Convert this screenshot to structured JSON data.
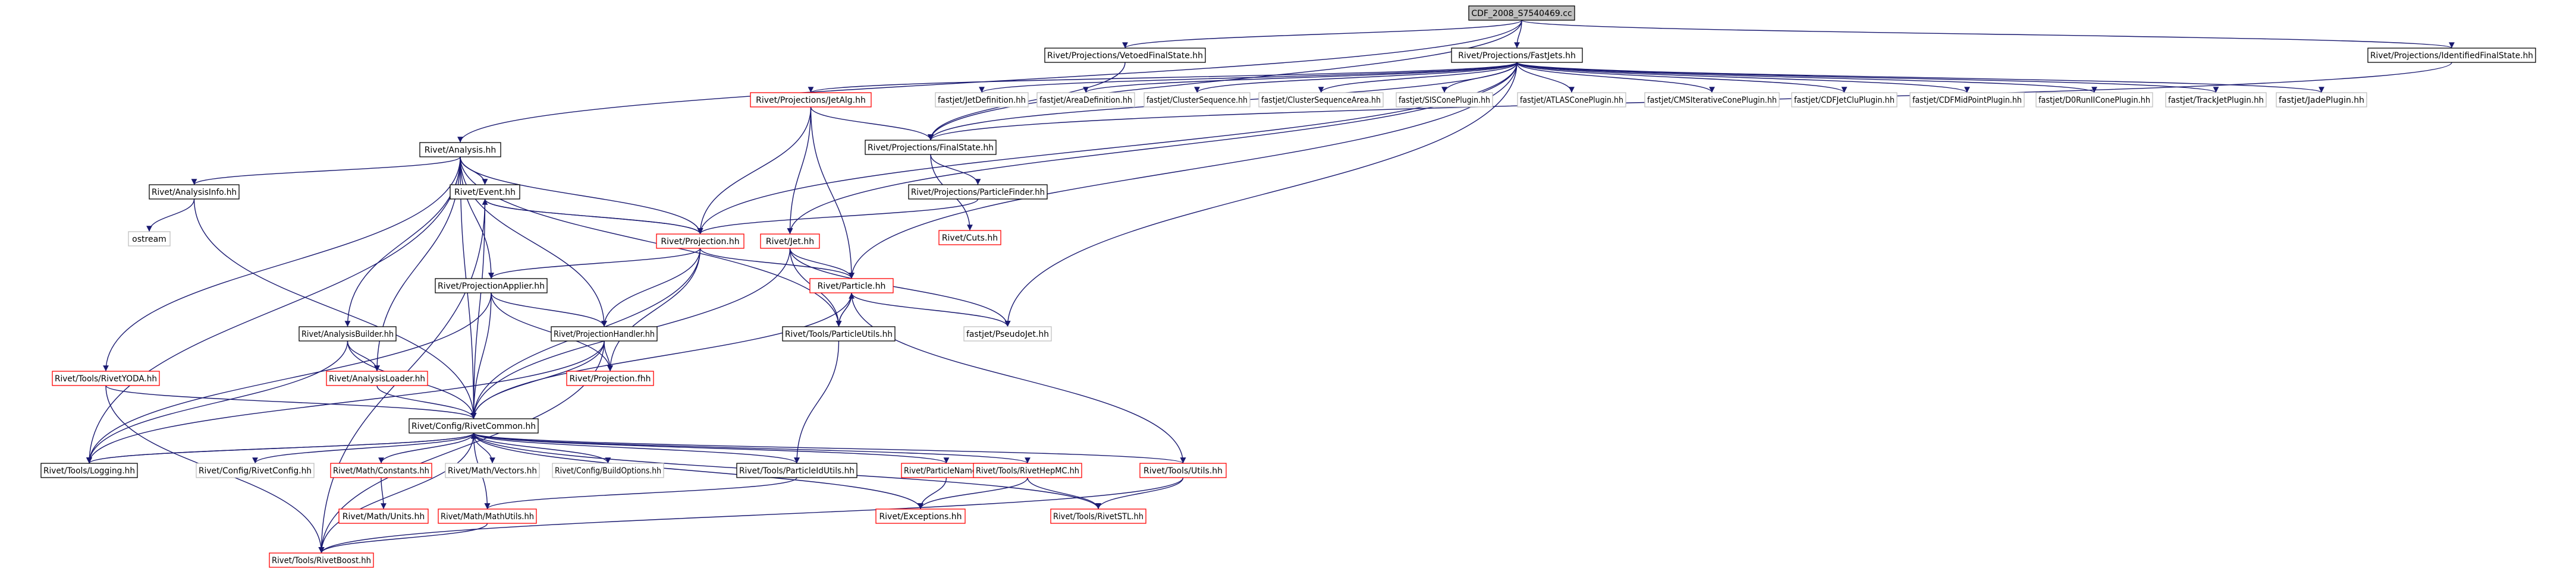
{
  "diagram": {
    "type": "include-dependency-graph",
    "colors": {
      "edge": "#191970",
      "box_black": "#000000",
      "box_red": "#ff0000",
      "box_gray": "#bfbfbf",
      "root_fill": "#bfbfbf"
    },
    "nodes": [
      {
        "id": "root",
        "label": "CDF_2008_S7540469.cc",
        "style": "root"
      },
      {
        "id": "vetoed",
        "label": "Rivet/Projections/VetoedFinalState.hh",
        "style": "black"
      },
      {
        "id": "fastjets",
        "label": "Rivet/Projections/FastJets.hh",
        "style": "black"
      },
      {
        "id": "identified",
        "label": "Rivet/Projections/IdentifiedFinalState.hh",
        "style": "black"
      },
      {
        "id": "jetalg",
        "label": "Rivet/Projections/JetAlg.hh",
        "style": "red"
      },
      {
        "id": "fj_jetdef",
        "label": "fastjet/JetDefinition.hh",
        "style": "gray"
      },
      {
        "id": "fj_areadef",
        "label": "fastjet/AreaDefinition.hh",
        "style": "gray"
      },
      {
        "id": "fj_cluseq",
        "label": "fastjet/ClusterSequence.hh",
        "style": "gray"
      },
      {
        "id": "fj_cluseqarea",
        "label": "fastjet/ClusterSequenceArea.hh",
        "style": "gray"
      },
      {
        "id": "fj_siscone",
        "label": "fastjet/SISConePlugin.hh",
        "style": "gray"
      },
      {
        "id": "fj_atlascone",
        "label": "fastjet/ATLASConePlugin.hh",
        "style": "gray"
      },
      {
        "id": "fj_cmscone",
        "label": "fastjet/CMSIterativeConePlugin.hh",
        "style": "gray"
      },
      {
        "id": "fj_cdfjetclu",
        "label": "fastjet/CDFJetCluPlugin.hh",
        "style": "gray"
      },
      {
        "id": "fj_cdfmidpoint",
        "label": "fastjet/CDFMidPointPlugin.hh",
        "style": "gray"
      },
      {
        "id": "fj_d0run",
        "label": "fastjet/D0RunIIConePlugin.hh",
        "style": "gray"
      },
      {
        "id": "fj_trackjet",
        "label": "fastjet/TrackJetPlugin.hh",
        "style": "gray"
      },
      {
        "id": "fj_jade",
        "label": "fastjet/JadePlugin.hh",
        "style": "gray"
      },
      {
        "id": "analysis",
        "label": "Rivet/Analysis.hh",
        "style": "black"
      },
      {
        "id": "finalstate",
        "label": "Rivet/Projections/FinalState.hh",
        "style": "black"
      },
      {
        "id": "particlefinder",
        "label": "Rivet/Projections/ParticleFinder.hh",
        "style": "black"
      },
      {
        "id": "analysisinfo",
        "label": "Rivet/AnalysisInfo.hh",
        "style": "black"
      },
      {
        "id": "event",
        "label": "Rivet/Event.hh",
        "style": "black"
      },
      {
        "id": "projection",
        "label": "Rivet/Projection.hh",
        "style": "red"
      },
      {
        "id": "jet",
        "label": "Rivet/Jet.hh",
        "style": "red"
      },
      {
        "id": "cuts",
        "label": "Rivet/Cuts.hh",
        "style": "red"
      },
      {
        "id": "ostream",
        "label": "ostream",
        "style": "gray"
      },
      {
        "id": "particle",
        "label": "Rivet/Particle.hh",
        "style": "red"
      },
      {
        "id": "projapplier",
        "label": "Rivet/ProjectionApplier.hh",
        "style": "black"
      },
      {
        "id": "pseudojet",
        "label": "fastjet/PseudoJet.hh",
        "style": "gray"
      },
      {
        "id": "analysisbuilder",
        "label": "Rivet/AnalysisBuilder.hh",
        "style": "black"
      },
      {
        "id": "particleutils",
        "label": "Rivet/Tools/ParticleUtils.hh",
        "style": "black"
      },
      {
        "id": "projhandler",
        "label": "Rivet/ProjectionHandler.hh",
        "style": "black"
      },
      {
        "id": "rivetyoda",
        "label": "Rivet/Tools/RivetYODA.hh",
        "style": "red"
      },
      {
        "id": "analysisloader",
        "label": "Rivet/AnalysisLoader.hh",
        "style": "red"
      },
      {
        "id": "projection_fhh",
        "label": "Rivet/Projection.fhh",
        "style": "red"
      },
      {
        "id": "rivetcommon",
        "label": "Rivet/Config/RivetCommon.hh",
        "style": "black"
      },
      {
        "id": "logging",
        "label": "Rivet/Tools/Logging.hh",
        "style": "black"
      },
      {
        "id": "rivetconfig",
        "label": "Rivet/Config/RivetConfig.hh",
        "style": "gray"
      },
      {
        "id": "mathconstants",
        "label": "Rivet/Math/Constants.hh",
        "style": "red"
      },
      {
        "id": "mathvectors",
        "label": "Rivet/Math/Vectors.hh",
        "style": "gray"
      },
      {
        "id": "buildoptions",
        "label": "Rivet/Config/BuildOptions.hh",
        "style": "gray"
      },
      {
        "id": "particleidutils",
        "label": "Rivet/Tools/ParticleIdUtils.hh",
        "style": "black"
      },
      {
        "id": "particlename",
        "label": "Rivet/ParticleName.hh",
        "style": "red"
      },
      {
        "id": "rivethepmc",
        "label": "Rivet/Tools/RivetHepMC.hh",
        "style": "red"
      },
      {
        "id": "utils",
        "label": "Rivet/Tools/Utils.hh",
        "style": "red"
      },
      {
        "id": "mathunits",
        "label": "Rivet/Math/Units.hh",
        "style": "red"
      },
      {
        "id": "mathutils",
        "label": "Rivet/Math/MathUtils.hh",
        "style": "red"
      },
      {
        "id": "exceptions",
        "label": "Rivet/Exceptions.hh",
        "style": "red"
      },
      {
        "id": "rivetstl",
        "label": "Rivet/Tools/RivetSTL.hh",
        "style": "red"
      },
      {
        "id": "rivetboost",
        "label": "Rivet/Tools/RivetBoost.hh",
        "style": "red"
      }
    ],
    "edges": [
      [
        "root",
        "vetoed"
      ],
      [
        "root",
        "fastjets"
      ],
      [
        "root",
        "identified"
      ],
      [
        "root",
        "analysis"
      ],
      [
        "root",
        "finalstate"
      ],
      [
        "vetoed",
        "finalstate"
      ],
      [
        "identified",
        "finalstate"
      ],
      [
        "fastjets",
        "jetalg"
      ],
      [
        "fastjets",
        "finalstate"
      ],
      [
        "fastjets",
        "projection"
      ],
      [
        "fastjets",
        "jet"
      ],
      [
        "fastjets",
        "particle"
      ],
      [
        "fastjets",
        "pseudojet"
      ],
      [
        "fastjets",
        "fj_jetdef"
      ],
      [
        "fastjets",
        "fj_areadef"
      ],
      [
        "fastjets",
        "fj_cluseq"
      ],
      [
        "fastjets",
        "fj_cluseqarea"
      ],
      [
        "fastjets",
        "fj_siscone"
      ],
      [
        "fastjets",
        "fj_atlascone"
      ],
      [
        "fastjets",
        "fj_cmscone"
      ],
      [
        "fastjets",
        "fj_cdfjetclu"
      ],
      [
        "fastjets",
        "fj_cdfmidpoint"
      ],
      [
        "fastjets",
        "fj_d0run"
      ],
      [
        "fastjets",
        "fj_trackjet"
      ],
      [
        "fastjets",
        "fj_jade"
      ],
      [
        "jetalg",
        "finalstate"
      ],
      [
        "jetalg",
        "projection"
      ],
      [
        "jetalg",
        "jet"
      ],
      [
        "jetalg",
        "particle"
      ],
      [
        "finalstate",
        "particlefinder"
      ],
      [
        "finalstate",
        "cuts"
      ],
      [
        "particlefinder",
        "projection"
      ],
      [
        "analysis",
        "analysisinfo"
      ],
      [
        "analysis",
        "event"
      ],
      [
        "analysis",
        "projection"
      ],
      [
        "analysis",
        "projapplier"
      ],
      [
        "analysis",
        "projhandler"
      ],
      [
        "analysis",
        "analysisbuilder"
      ],
      [
        "analysis",
        "analysisloader"
      ],
      [
        "analysis",
        "rivetyoda"
      ],
      [
        "analysis",
        "logging"
      ],
      [
        "analysis",
        "particleutils"
      ],
      [
        "analysis",
        "rivetcommon"
      ],
      [
        "analysisinfo",
        "ostream"
      ],
      [
        "analysisinfo",
        "rivetcommon"
      ],
      [
        "event",
        "projection"
      ],
      [
        "event",
        "rivetcommon"
      ],
      [
        "event",
        "rivetboost"
      ],
      [
        "projection",
        "event"
      ],
      [
        "projection",
        "particle"
      ],
      [
        "projection",
        "projapplier"
      ],
      [
        "projection",
        "projhandler"
      ],
      [
        "projection",
        "projection_fhh"
      ],
      [
        "projection",
        "rivetcommon"
      ],
      [
        "jet",
        "particle"
      ],
      [
        "jet",
        "particleutils"
      ],
      [
        "jet",
        "pseudojet"
      ],
      [
        "jet",
        "rivetcommon"
      ],
      [
        "particle",
        "pseudojet"
      ],
      [
        "particle",
        "particleutils"
      ],
      [
        "particle",
        "utils"
      ],
      [
        "particle",
        "rivetcommon"
      ],
      [
        "particleutils",
        "particle"
      ],
      [
        "particleutils",
        "particleidutils"
      ],
      [
        "projapplier",
        "projhandler"
      ],
      [
        "projapplier",
        "projection_fhh"
      ],
      [
        "projapplier",
        "logging"
      ],
      [
        "projapplier",
        "rivetcommon"
      ],
      [
        "projhandler",
        "projection_fhh"
      ],
      [
        "projhandler",
        "rivetcommon"
      ],
      [
        "projhandler",
        "logging"
      ],
      [
        "projhandler",
        "rivetboost"
      ],
      [
        "analysisbuilder",
        "analysisloader"
      ],
      [
        "analysisbuilder",
        "logging"
      ],
      [
        "analysisbuilder",
        "rivetcommon"
      ],
      [
        "analysisloader",
        "rivetcommon"
      ],
      [
        "rivetyoda",
        "rivetcommon"
      ],
      [
        "rivetyoda",
        "rivetboost"
      ],
      [
        "rivetcommon",
        "logging"
      ],
      [
        "rivetcommon",
        "rivetconfig"
      ],
      [
        "rivetcommon",
        "mathconstants"
      ],
      [
        "rivetcommon",
        "mathvectors"
      ],
      [
        "rivetcommon",
        "buildoptions"
      ],
      [
        "rivetcommon",
        "particleidutils"
      ],
      [
        "rivetcommon",
        "particlename"
      ],
      [
        "rivetcommon",
        "rivethepmc"
      ],
      [
        "rivetcommon",
        "utils"
      ],
      [
        "rivetcommon",
        "exceptions"
      ],
      [
        "rivetcommon",
        "rivetstl"
      ],
      [
        "rivetcommon",
        "mathutils"
      ],
      [
        "rivetcommon",
        "rivetboost"
      ],
      [
        "logging",
        "rivetcommon"
      ],
      [
        "mathconstants",
        "mathunits"
      ],
      [
        "mathutils",
        "rivetboost"
      ],
      [
        "particlename",
        "exceptions"
      ],
      [
        "rivethepmc",
        "exceptions"
      ],
      [
        "rivethepmc",
        "rivetstl"
      ],
      [
        "utils",
        "rivetstl"
      ],
      [
        "utils",
        "rivetboost"
      ],
      [
        "particleidutils",
        "mathutils"
      ]
    ]
  }
}
